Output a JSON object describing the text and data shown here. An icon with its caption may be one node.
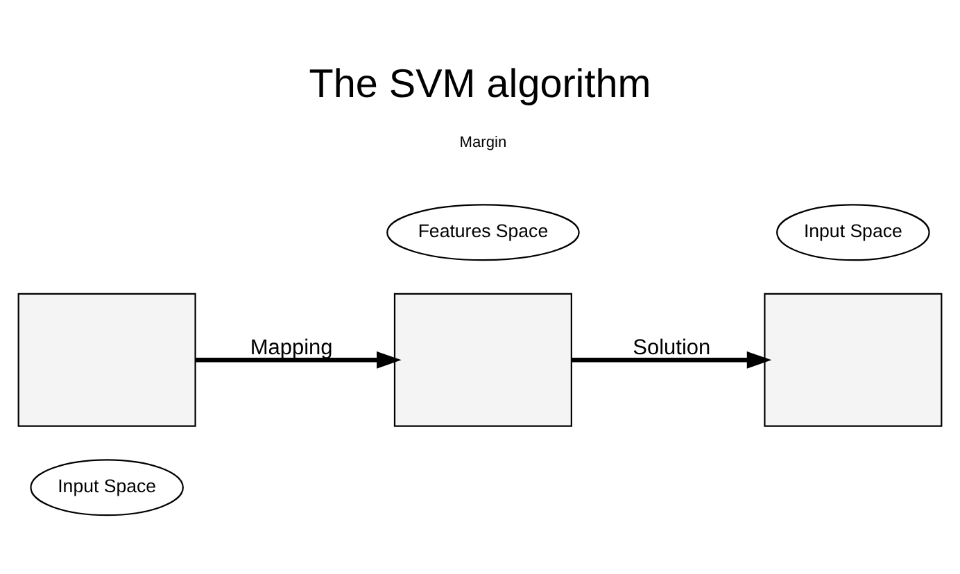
{
  "diagram": {
    "title": "The SVM algorithm",
    "nodes": [
      {
        "text": [
          "Input Space"
        ]
      },
      {
        "text": [],
        "shape": "box"
      },
      {
        "text": [
          "Features Space"
        ]
      },
      {
        "text": [],
        "shape": "box"
      },
      {
        "text": [
          "Input Space"
        ]
      },
      {
        "text": [],
        "shape": "box"
      }
    ],
    "edges": [
      {
        "from": 1,
        "to": 3,
        "arrow": "to",
        "label": "Mapping"
      },
      {
        "from": 3,
        "to": 5,
        "arrow": "to",
        "label": "Solution"
      }
    ],
    "labels": [
      "Margin"
    ]
  }
}
